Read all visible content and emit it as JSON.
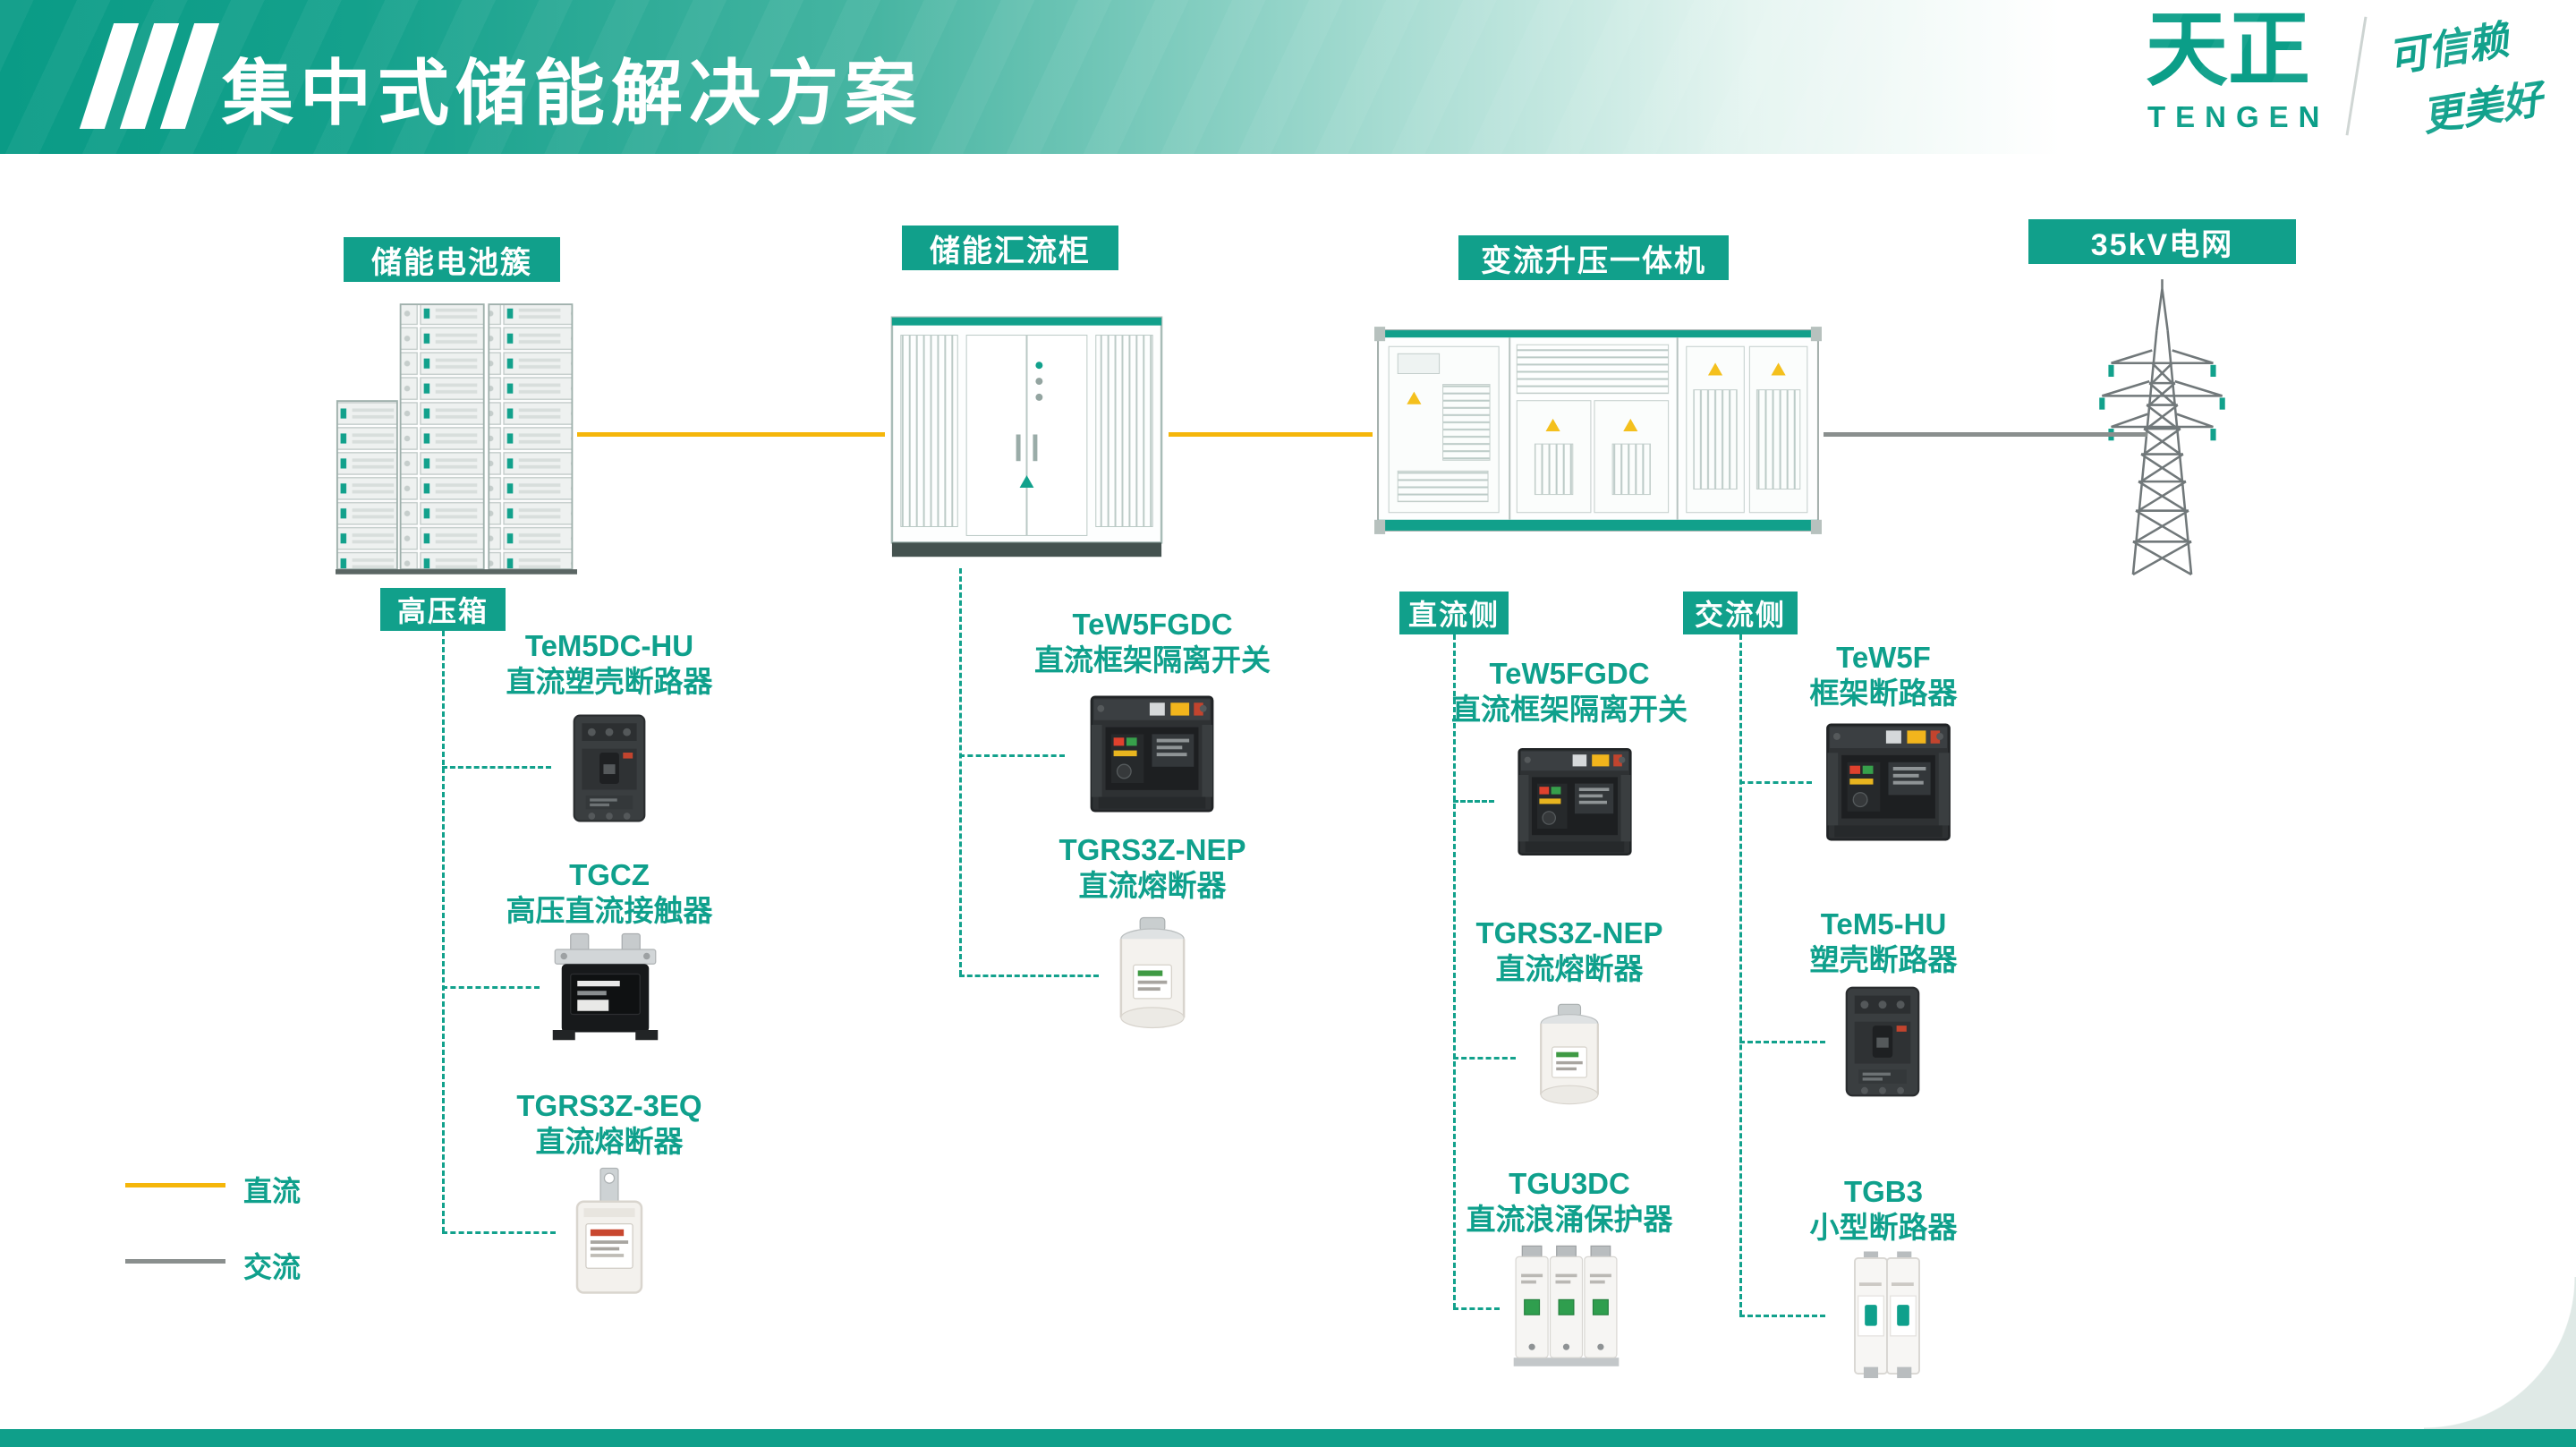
{
  "colors": {
    "brand": "#0FA08C",
    "dc_line": "#F5B60A",
    "ac_line": "#8A8F8E"
  },
  "header": {
    "title": "集中式储能解决方案",
    "brand_cn": "天正",
    "brand_en": "TENGEN",
    "slogan1": "可信赖",
    "slogan2": "更美好"
  },
  "stations": {
    "battery": "储能电池簇",
    "combiner": "储能汇流柜",
    "converter": "变流升压一体机",
    "grid": "35kV电网"
  },
  "branches": {
    "hv_box": "高压箱",
    "dc_side": "直流侧",
    "ac_side": "交流侧"
  },
  "legend": {
    "dc": "直流",
    "ac": "交流"
  },
  "products": {
    "battery_col": [
      {
        "model": "TeM5DC-HU",
        "desc": "直流塑壳断路器"
      },
      {
        "model": "TGCZ",
        "desc": "高压直流接触器"
      },
      {
        "model": "TGRS3Z-3EQ",
        "desc": "直流熔断器"
      }
    ],
    "combiner_col": [
      {
        "model": "TeW5FGDC",
        "desc": "直流框架隔离开关"
      },
      {
        "model": "TGRS3Z-NEP",
        "desc": "直流熔断器"
      }
    ],
    "dc_col": [
      {
        "model": "TeW5FGDC",
        "desc": "直流框架隔离开关"
      },
      {
        "model": "TGRS3Z-NEP",
        "desc": "直流熔断器"
      },
      {
        "model": "TGU3DC",
        "desc": "直流浪涌保护器"
      }
    ],
    "ac_col": [
      {
        "model": "TeW5F",
        "desc": "框架断路器"
      },
      {
        "model": "TeM5-HU",
        "desc": "塑壳断路器"
      },
      {
        "model": "TGB3",
        "desc": "小型断路器"
      }
    ]
  }
}
